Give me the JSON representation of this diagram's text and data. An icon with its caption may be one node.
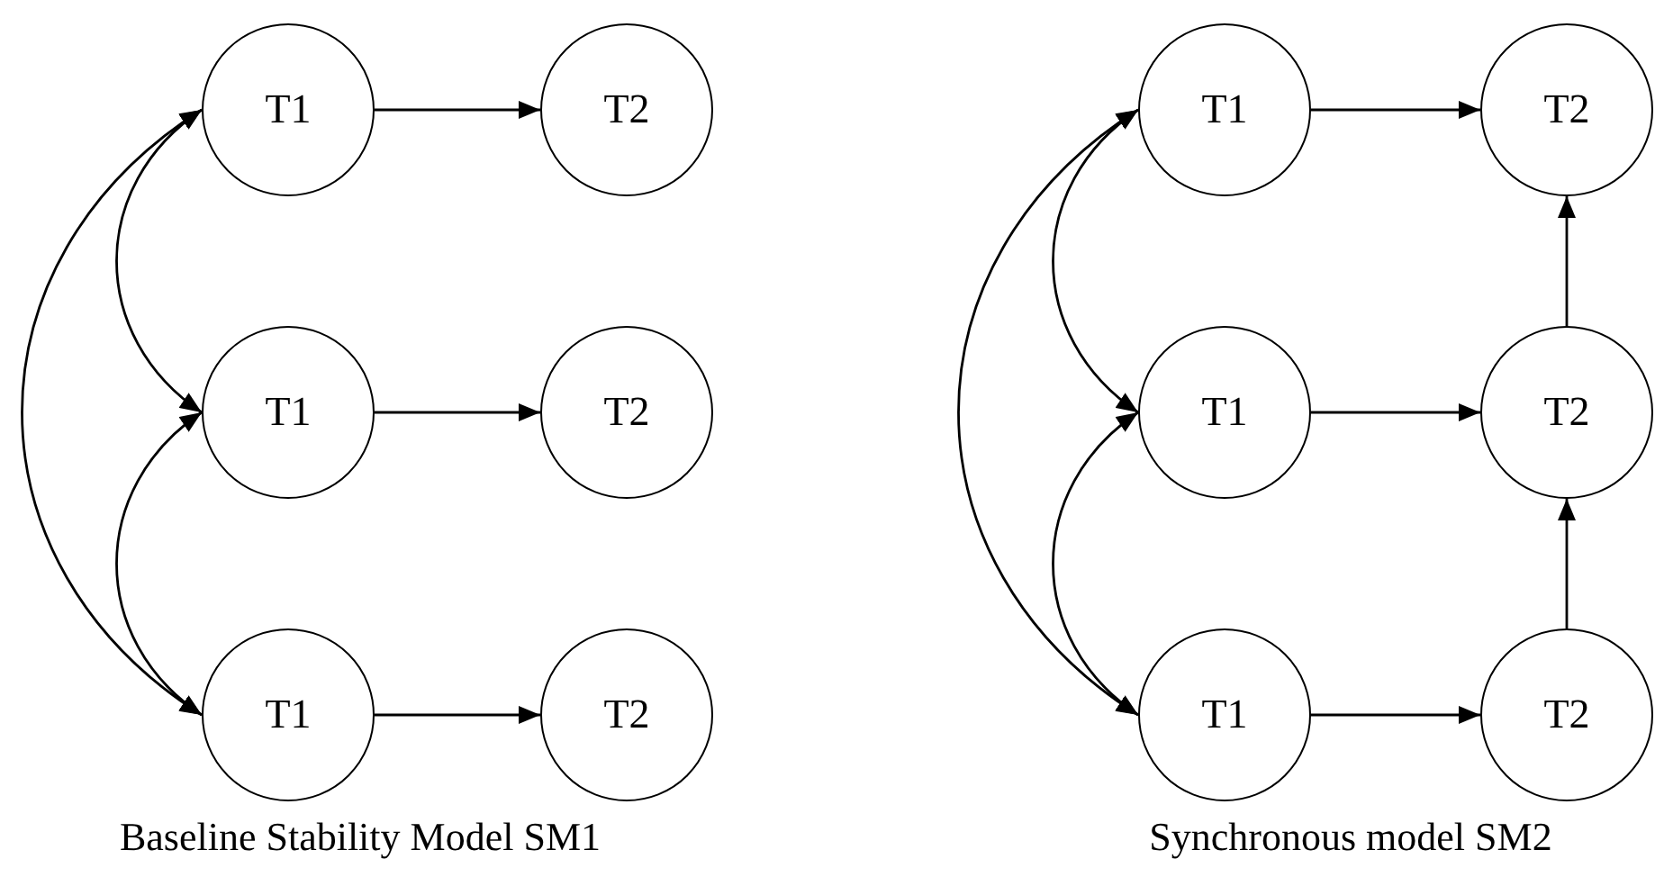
{
  "diagram": {
    "nodes": [
      {
        "text": [
          "T1"
        ]
      },
      {
        "text": [
          "T2"
        ]
      },
      {
        "text": [
          "T1"
        ]
      },
      {
        "text": [
          "T2"
        ]
      },
      {
        "text": [
          "T1"
        ]
      },
      {
        "text": [
          "T2"
        ]
      },
      {
        "text": [
          "T1"
        ]
      },
      {
        "text": [
          "T2"
        ]
      },
      {
        "text": [
          "T1"
        ]
      },
      {
        "text": [
          "T2"
        ]
      },
      {
        "text": [
          "T1"
        ]
      },
      {
        "text": [
          "T2"
        ]
      }
    ],
    "edges": [
      {
        "from": 0,
        "to": 1,
        "arrow": "to"
      },
      {
        "from": 2,
        "to": 3,
        "arrow": "to"
      },
      {
        "from": 4,
        "to": 5,
        "arrow": "to"
      },
      {
        "from": 0,
        "to": 2,
        "arrow": "both"
      },
      {
        "from": 2,
        "to": 4,
        "arrow": "both"
      },
      {
        "from": 0,
        "to": 4,
        "arrow": "both"
      },
      {
        "from": 6,
        "to": 7,
        "arrow": "to"
      },
      {
        "from": 8,
        "to": 9,
        "arrow": "to"
      },
      {
        "from": 10,
        "to": 11,
        "arrow": "to"
      },
      {
        "from": 6,
        "to": 8,
        "arrow": "both"
      },
      {
        "from": 8,
        "to": 10,
        "arrow": "both"
      },
      {
        "from": 6,
        "to": 10,
        "arrow": "both"
      },
      {
        "from": 9,
        "to": 7,
        "arrow": "to"
      },
      {
        "from": 11,
        "to": 9,
        "arrow": "to"
      }
    ],
    "labels": [
      "Baseline Stability Model SM1",
      "Synchronous model SM2"
    ]
  }
}
